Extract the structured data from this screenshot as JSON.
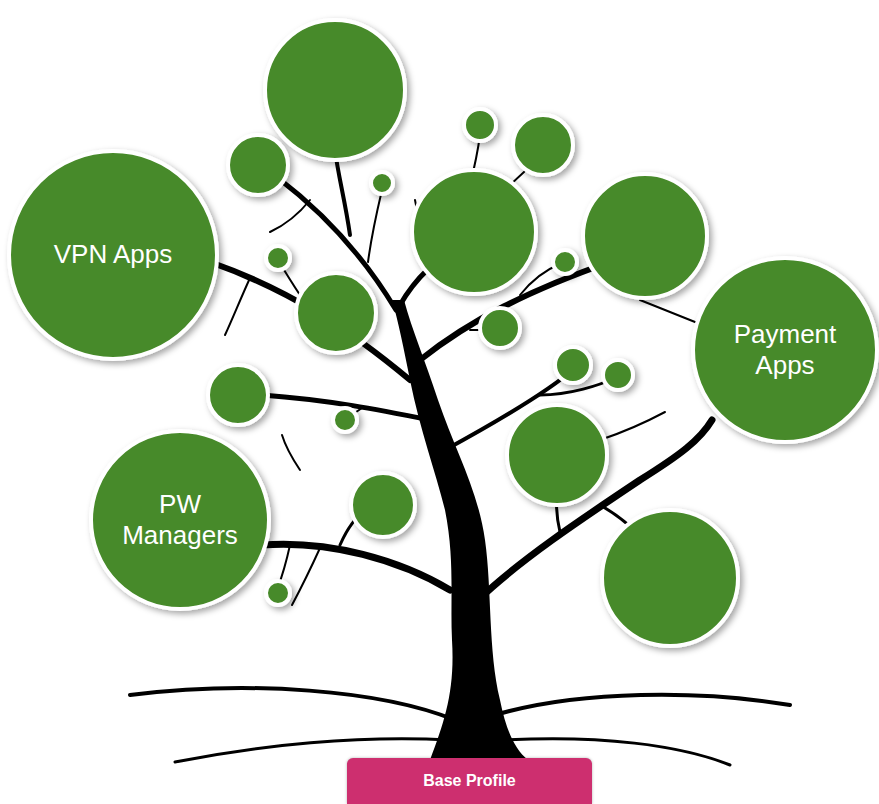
{
  "diagram": {
    "nodes": [
      {
        "text": [
          "VPN Apps"
        ]
      },
      {
        "text": [
          "Payment Apps"
        ]
      },
      {
        "text": [
          "PW Managers"
        ]
      },
      {
        "text": [
          "Base Profile"
        ]
      }
    ]
  }
}
